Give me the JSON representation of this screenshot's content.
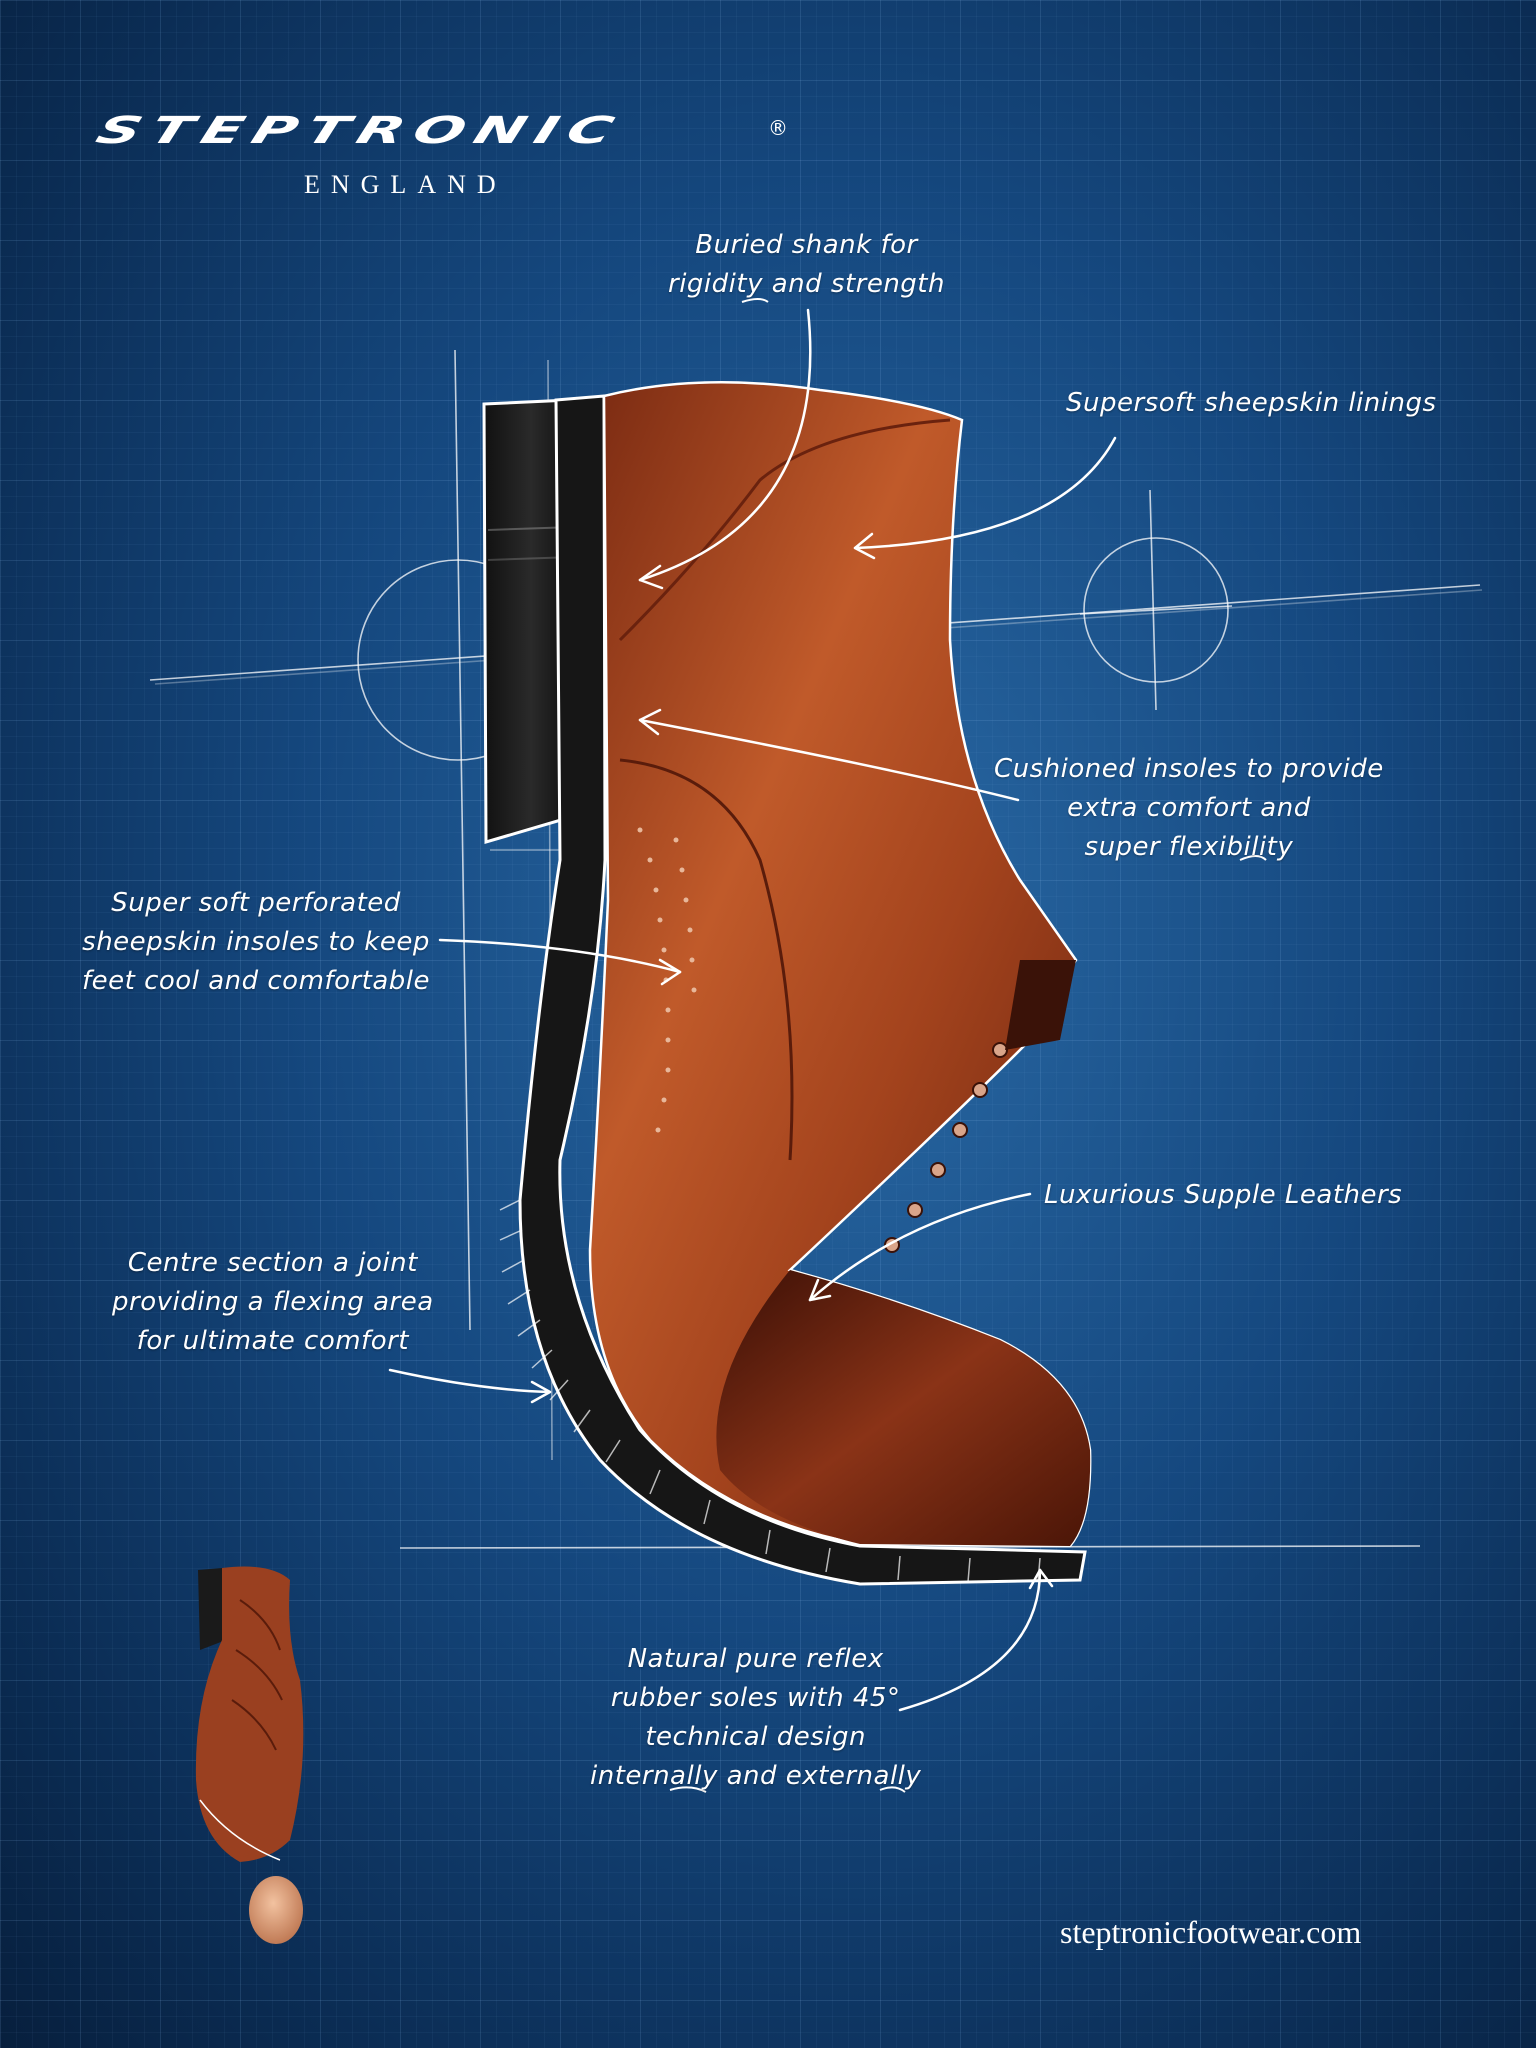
{
  "brand": {
    "name": "STEPTRONIC",
    "registered": "®",
    "subtitle": "ENGLAND"
  },
  "annotations": [
    {
      "id": "buried-shank",
      "lines": [
        "Buried shank for",
        "rigidity and strength"
      ]
    },
    {
      "id": "sheepskin-linings",
      "lines": [
        "Supersoft sheepskin linings"
      ]
    },
    {
      "id": "cushioned-insoles",
      "lines": [
        "Cushioned insoles to provide",
        "extra comfort and",
        "super flexibility"
      ]
    },
    {
      "id": "perforated-insoles",
      "lines": [
        "Super soft perforated",
        "sheepskin insoles to keep",
        "feet cool and comfortable"
      ]
    },
    {
      "id": "supple-leathers",
      "lines": [
        "Luxurious Supple Leathers"
      ]
    },
    {
      "id": "centre-section",
      "lines": [
        "Centre section a joint",
        "providing a flexing area",
        "for ultimate comfort"
      ]
    },
    {
      "id": "reflex-soles",
      "lines": [
        "Natural pure reflex",
        "rubber soles with 45°",
        "technical design",
        "internally and externally"
      ]
    }
  ],
  "website": "steptronicfootwear.com",
  "colors": {
    "background": "#15487f",
    "grid": "#8cbef0",
    "leather": "#b04a22",
    "sole": "#1a1a1a",
    "text": "#ffffff"
  }
}
